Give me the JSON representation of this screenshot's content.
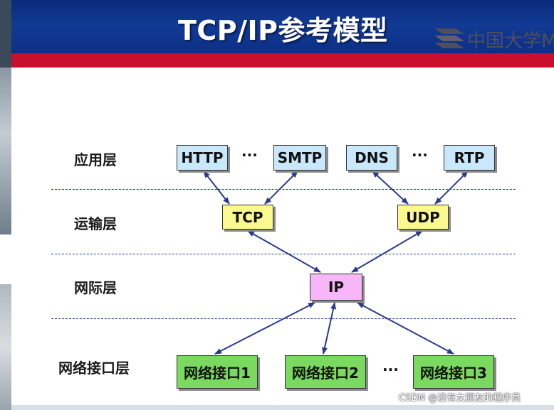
{
  "header": {
    "title": "TCP/IP参考模型",
    "logo_text": "中国大学M"
  },
  "layers": [
    {
      "label": "应用层"
    },
    {
      "label": "运输层"
    },
    {
      "label": "网际层"
    },
    {
      "label": "网络接口层"
    }
  ],
  "application": [
    "HTTP",
    "SMTP",
    "DNS",
    "RTP"
  ],
  "transport": [
    "TCP",
    "UDP"
  ],
  "internet": [
    "IP"
  ],
  "network_interface": [
    "网络接口1",
    "网络接口2",
    "网络接口3"
  ],
  "ellipsis": "···",
  "watermark": "CSDN @没有女朋友的程序员",
  "colors": {
    "header_blue": "#123a94",
    "header_red": "#c8102e",
    "application_box": "#c9e8fb",
    "transport_box": "#fbf88f",
    "internet_box": "#f7b6f7",
    "network_box": "#7ad95f",
    "arrow": "#2b3a8f"
  }
}
